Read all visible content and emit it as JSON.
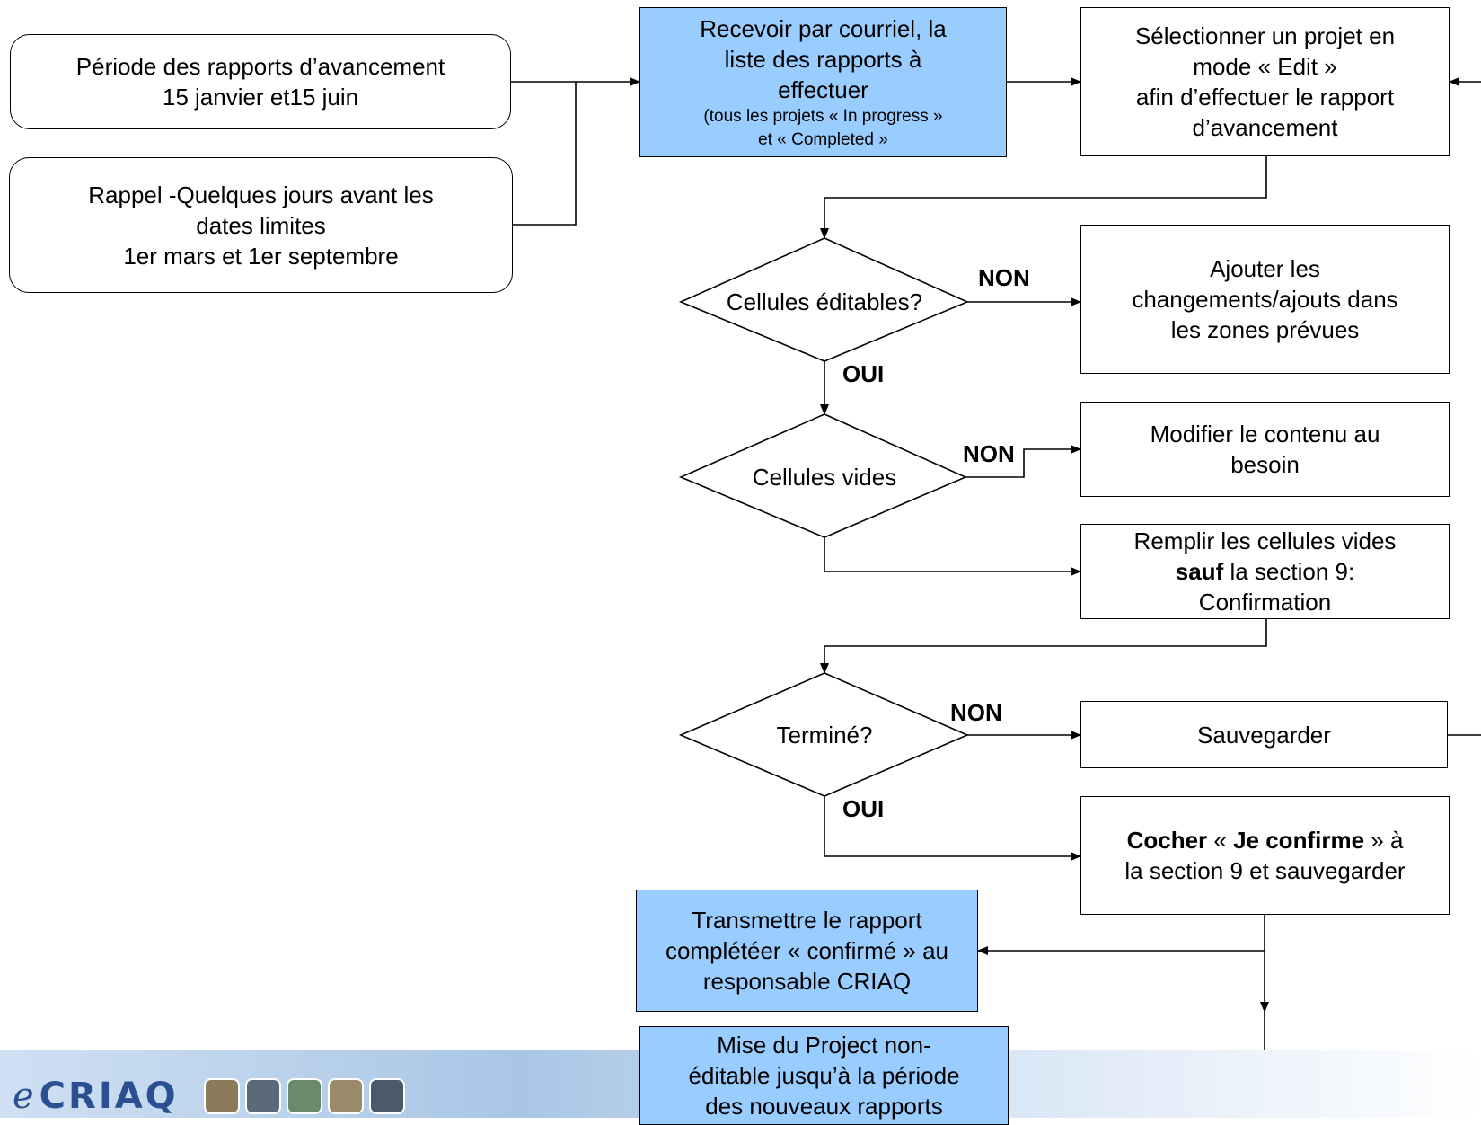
{
  "nodes": {
    "periode": [
      "Période des rapports d’avancement",
      "15 janvier et15 juin"
    ],
    "rappel": [
      "Rappel -Quelques jours avant les",
      "dates limites",
      "1er mars et 1er septembre"
    ],
    "recevoir": [
      "Recevoir par courriel, la",
      "liste des rapports à",
      "effectuer"
    ],
    "recevoir_note": [
      "(tous les projets « In progress »",
      "et « Completed »"
    ],
    "selectionner": [
      "Sélectionner un projet en",
      "mode « Edit »",
      "afin d’effectuer le rapport",
      "d’avancement"
    ],
    "ajouter": [
      "Ajouter les",
      "changements/ajouts dans",
      "les zones prévues"
    ],
    "modifier": [
      "Modifier le contenu au",
      "besoin"
    ],
    "remplir": {
      "line1": "Remplir les cellules vides",
      "bold": "sauf",
      "line2_rest": " la section 9:",
      "line3": "Confirmation"
    },
    "sauvegarder": "Sauvegarder",
    "cocher": {
      "b1": "Cocher",
      "t1": " « ",
      "b2": "Je confirme",
      "t2": " » à",
      "line2": "la section 9 et sauvegarder"
    },
    "transmettre": [
      "Transmettre le rapport",
      "complétéer « confirmé » au",
      "responsable CRIAQ"
    ],
    "mise": [
      "Mise du Project non-",
      "éditable jusqu’à la période",
      "des nouveaux rapports"
    ]
  },
  "decisions": {
    "editables": "Cellules éditables?",
    "vides": "Cellules vides",
    "termine": "Terminé?"
  },
  "edge_labels": {
    "non_1": "NON",
    "oui_1": "OUI",
    "non_2": "NON",
    "non_3": "NON",
    "oui_2": "OUI"
  },
  "logo": {
    "text": "CRIAQ"
  },
  "colors": {
    "highlight_box": "#99ccff",
    "stroke": "#000000",
    "logo_blue": "#2a4f92"
  }
}
